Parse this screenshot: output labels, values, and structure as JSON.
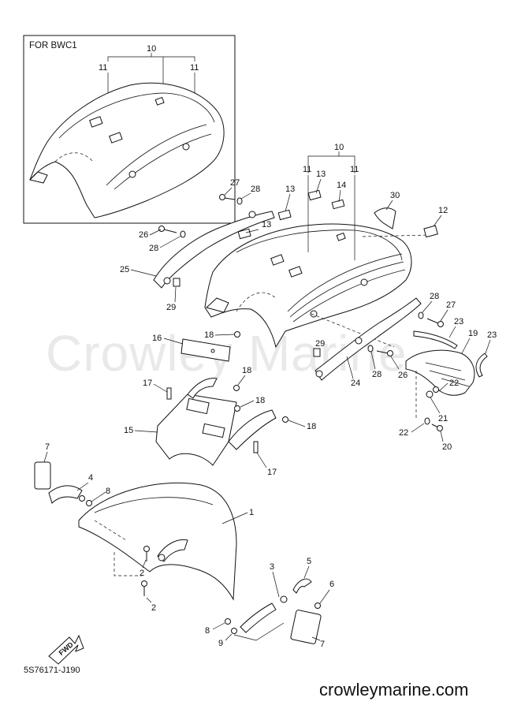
{
  "inset": {
    "title": "FOR BWC1",
    "labels": [
      "10",
      "11",
      "11"
    ]
  },
  "callouts": [
    {
      "id": "c10",
      "text": "10"
    },
    {
      "id": "c11a",
      "text": "11"
    },
    {
      "id": "c11b",
      "text": "11"
    },
    {
      "id": "c13a",
      "text": "13"
    },
    {
      "id": "c13b",
      "text": "13"
    },
    {
      "id": "c13c",
      "text": "13"
    },
    {
      "id": "c14",
      "text": "14"
    },
    {
      "id": "c30",
      "text": "30"
    },
    {
      "id": "c12",
      "text": "12"
    },
    {
      "id": "c27a",
      "text": "27"
    },
    {
      "id": "c28a",
      "text": "28"
    },
    {
      "id": "c26a",
      "text": "26"
    },
    {
      "id": "c28b",
      "text": "28"
    },
    {
      "id": "c25",
      "text": "25"
    },
    {
      "id": "c29a",
      "text": "29"
    },
    {
      "id": "c16",
      "text": "16"
    },
    {
      "id": "c18a",
      "text": "18"
    },
    {
      "id": "c18b",
      "text": "18"
    },
    {
      "id": "c18c",
      "text": "18"
    },
    {
      "id": "c18d",
      "text": "18"
    },
    {
      "id": "c17a",
      "text": "17"
    },
    {
      "id": "c15",
      "text": "15"
    },
    {
      "id": "c17b",
      "text": "17"
    },
    {
      "id": "c28c",
      "text": "28"
    },
    {
      "id": "c27b",
      "text": "27"
    },
    {
      "id": "c23a",
      "text": "23"
    },
    {
      "id": "c19",
      "text": "19"
    },
    {
      "id": "c23b",
      "text": "23"
    },
    {
      "id": "c29b",
      "text": "29"
    },
    {
      "id": "c28d",
      "text": "28"
    },
    {
      "id": "c26b",
      "text": "26"
    },
    {
      "id": "c24",
      "text": "24"
    },
    {
      "id": "c22a",
      "text": "22"
    },
    {
      "id": "c21",
      "text": "21"
    },
    {
      "id": "c22b",
      "text": "22"
    },
    {
      "id": "c20",
      "text": "20"
    },
    {
      "id": "c7a",
      "text": "7"
    },
    {
      "id": "c4",
      "text": "4"
    },
    {
      "id": "c8a",
      "text": "8"
    },
    {
      "id": "c1",
      "text": "1"
    },
    {
      "id": "c2a",
      "text": "2"
    },
    {
      "id": "c2b",
      "text": "2"
    },
    {
      "id": "c3",
      "text": "3"
    },
    {
      "id": "c5",
      "text": "5"
    },
    {
      "id": "c6",
      "text": "6"
    },
    {
      "id": "c8b",
      "text": "8"
    },
    {
      "id": "c9",
      "text": "9"
    },
    {
      "id": "c7b",
      "text": "7"
    }
  ],
  "fwd_badge": "FWD",
  "diagram_code": "5S76171-J190",
  "watermark": "Crowley Marine",
  "footer_site": "crowleymarine.com"
}
